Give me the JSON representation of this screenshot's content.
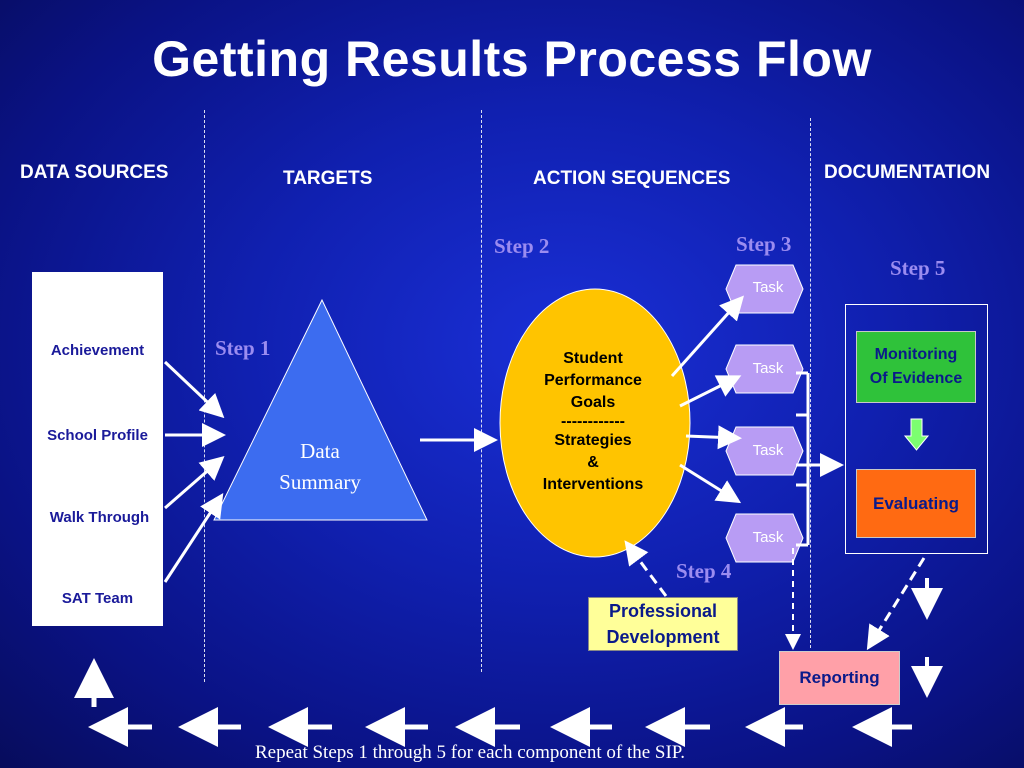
{
  "title": "Getting Results Process Flow",
  "columns": {
    "data_sources": "DATA SOURCES",
    "targets": "TARGETS",
    "action_sequences": "ACTION SEQUENCES",
    "documentation": "DOCUMENTATION"
  },
  "steps": {
    "step1": "Step 1",
    "step2": "Step 2",
    "step3": "Step 3",
    "step4": "Step 4",
    "step5": "Step 5"
  },
  "data_sources": [
    "Achievement",
    "School Profile",
    "Walk Through",
    "SAT Team"
  ],
  "data_summary": [
    "Data",
    "Summary"
  ],
  "goals": [
    "Student",
    "Performance",
    "Goals",
    "------------",
    "Strategies",
    "&",
    "Interventions"
  ],
  "tasks": [
    "Task",
    "Task",
    "Task",
    "Task"
  ],
  "professional_development": [
    "Professional",
    "Development"
  ],
  "monitoring": [
    "Monitoring",
    "Of Evidence"
  ],
  "evaluating": "Evaluating",
  "reporting": "Reporting",
  "footer": "Repeat Steps 1 through 5 for each component of the SIP.",
  "colors": {
    "background": "#1020b0",
    "triangle": "#3c6cf0",
    "oval": "#ffc400",
    "task": "#b89cf4",
    "monitoring": "#2fc23a",
    "evaluating": "#ff6a12",
    "professional_development": "#ffff99",
    "reporting": "#ffa0a8"
  }
}
